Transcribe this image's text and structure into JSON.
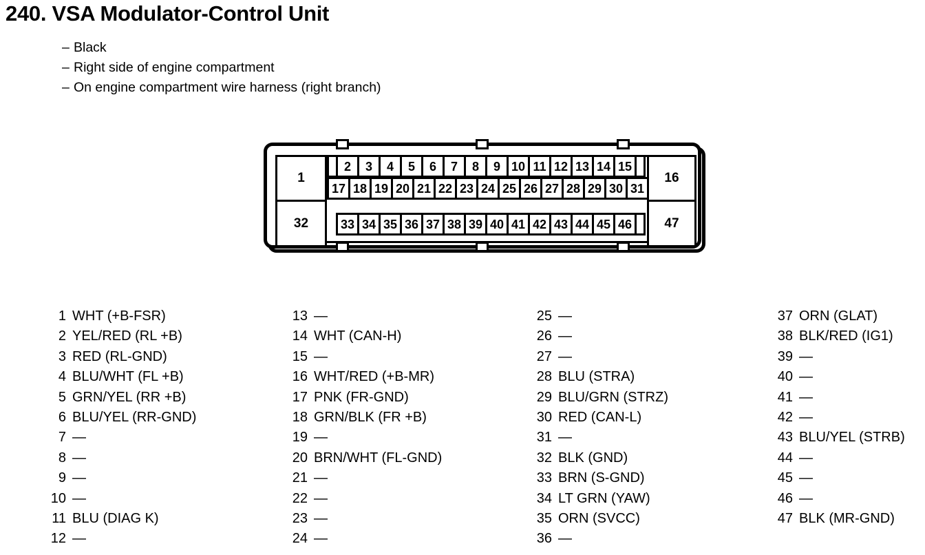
{
  "header": {
    "title": "240.  VSA Modulator-Control Unit",
    "bullet_dash": "–",
    "bullets": [
      "Black",
      "Right side of engine compartment",
      "On engine compartment wire harness (right branch)"
    ]
  },
  "connector": {
    "left_pad_top": "1",
    "left_pad_bottom": "32",
    "right_pad_top": "16",
    "right_pad_bottom": "47",
    "row1": [
      "2",
      "3",
      "4",
      "5",
      "6",
      "7",
      "8",
      "9",
      "10",
      "11",
      "12",
      "13",
      "14",
      "15"
    ],
    "row2": [
      "17",
      "18",
      "19",
      "20",
      "21",
      "22",
      "23",
      "24",
      "25",
      "26",
      "27",
      "28",
      "29",
      "30",
      "31"
    ],
    "row3": [
      "33",
      "34",
      "35",
      "36",
      "37",
      "38",
      "39",
      "40",
      "41",
      "42",
      "43",
      "44",
      "45",
      "46"
    ]
  },
  "pin_list": {
    "empty_marker": "—",
    "columns": [
      [
        {
          "num": "1",
          "label": "WHT (+B-FSR)"
        },
        {
          "num": "2",
          "label": "YEL/RED (RL +B)"
        },
        {
          "num": "3",
          "label": "RED (RL-GND)"
        },
        {
          "num": "4",
          "label": "BLU/WHT (FL +B)"
        },
        {
          "num": "5",
          "label": "GRN/YEL (RR +B)"
        },
        {
          "num": "6",
          "label": "BLU/YEL (RR-GND)"
        },
        {
          "num": "7",
          "label": "—"
        },
        {
          "num": "8",
          "label": "—"
        },
        {
          "num": "9",
          "label": "—"
        },
        {
          "num": "10",
          "label": "—"
        },
        {
          "num": "11",
          "label": "BLU (DIAG K)"
        },
        {
          "num": "12",
          "label": "—"
        }
      ],
      [
        {
          "num": "13",
          "label": "—"
        },
        {
          "num": "14",
          "label": "WHT (CAN-H)"
        },
        {
          "num": "15",
          "label": "—"
        },
        {
          "num": "16",
          "label": "WHT/RED (+B-MR)"
        },
        {
          "num": "17",
          "label": "PNK (FR-GND)"
        },
        {
          "num": "18",
          "label": "GRN/BLK (FR +B)"
        },
        {
          "num": "19",
          "label": "—"
        },
        {
          "num": "20",
          "label": "BRN/WHT (FL-GND)"
        },
        {
          "num": "21",
          "label": "—"
        },
        {
          "num": "22",
          "label": "—"
        },
        {
          "num": "23",
          "label": "—"
        },
        {
          "num": "24",
          "label": "—"
        }
      ],
      [
        {
          "num": "25",
          "label": "—"
        },
        {
          "num": "26",
          "label": "—"
        },
        {
          "num": "27",
          "label": "—"
        },
        {
          "num": "28",
          "label": "BLU (STRA)"
        },
        {
          "num": "29",
          "label": "BLU/GRN (STRZ)"
        },
        {
          "num": "30",
          "label": "RED (CAN-L)"
        },
        {
          "num": "31",
          "label": "—"
        },
        {
          "num": "32",
          "label": "BLK (GND)"
        },
        {
          "num": "33",
          "label": "BRN (S-GND)"
        },
        {
          "num": "34",
          "label": "LT GRN (YAW)"
        },
        {
          "num": "35",
          "label": "ORN (SVCC)"
        },
        {
          "num": "36",
          "label": "—"
        }
      ],
      [
        {
          "num": "37",
          "label": "ORN (GLAT)"
        },
        {
          "num": "38",
          "label": "BLK/RED (IG1)"
        },
        {
          "num": "39",
          "label": "—"
        },
        {
          "num": "40",
          "label": "—"
        },
        {
          "num": "41",
          "label": "—"
        },
        {
          "num": "42",
          "label": "—"
        },
        {
          "num": "43",
          "label": "BLU/YEL (STRB)"
        },
        {
          "num": "44",
          "label": "—"
        },
        {
          "num": "45",
          "label": "—"
        },
        {
          "num": "46",
          "label": "—"
        },
        {
          "num": "47",
          "label": "BLK (MR-GND)"
        }
      ]
    ]
  }
}
